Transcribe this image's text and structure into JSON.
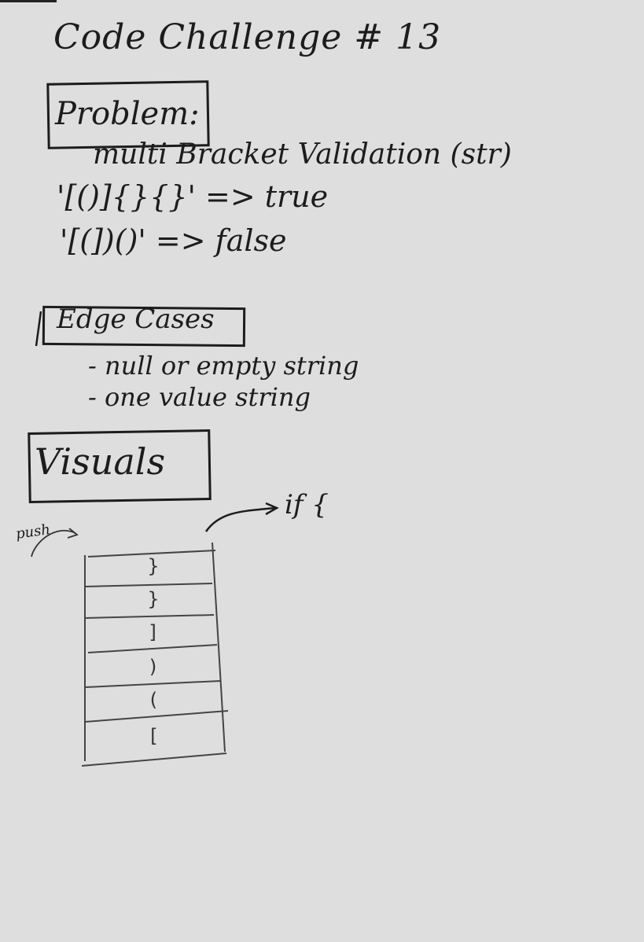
{
  "title": "Code Challenge # 13",
  "problem": {
    "label": "Problem:",
    "function": "multi Bracket Validation (str)",
    "examples": [
      "'[()]{}{}' => true",
      "'[(])()' => false"
    ]
  },
  "edge_cases": {
    "label": "Edge Cases",
    "items": [
      "- null or empty string",
      "- one value string"
    ]
  },
  "visuals": {
    "label": "Visuals",
    "arrow_label": "if {",
    "push_label": "push",
    "stack": [
      "}",
      "}",
      "]",
      ")",
      "(",
      "["
    ]
  }
}
